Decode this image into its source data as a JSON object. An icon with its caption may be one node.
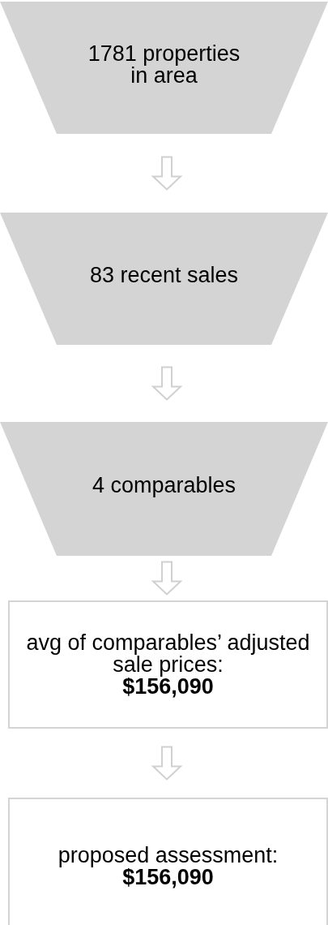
{
  "diagram": {
    "nodes": [
      {
        "text": [
          "1781 properties in area"
        ]
      },
      {
        "text": [
          "83 recent sales"
        ]
      },
      {
        "text": [
          "4 comparables"
        ]
      },
      {
        "text": [
          "avg of comparables’ adjusted sale prices:",
          "$156,090"
        ]
      },
      {
        "text": [
          "proposed assessment:",
          "$156,090"
        ]
      }
    ],
    "edges": [
      {
        "from": 0,
        "to": 1,
        "arrow": "to"
      },
      {
        "from": 1,
        "to": 2,
        "arrow": "to"
      },
      {
        "from": 2,
        "to": 3,
        "arrow": "to"
      },
      {
        "from": 3,
        "to": 4,
        "arrow": "to"
      }
    ]
  }
}
